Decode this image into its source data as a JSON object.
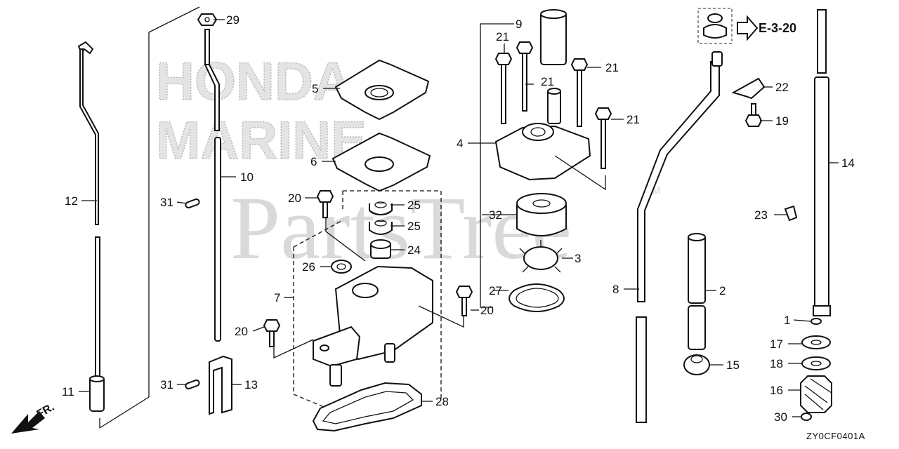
{
  "watermark": {
    "brand_line1": "HONDA",
    "brand_line2": "MARINE",
    "site": "PartsTree",
    "trademark": "TM"
  },
  "reference": {
    "label": "E-3-20"
  },
  "direction": {
    "label": "FR."
  },
  "diagram_code": "ZY0CF0401A",
  "callouts": {
    "c1": "1",
    "c2": "2",
    "c3": "3",
    "c4": "4",
    "c5": "5",
    "c6": "6",
    "c7": "7",
    "c8": "8",
    "c9": "9",
    "c10": "10",
    "c11": "11",
    "c12": "12",
    "c13": "13",
    "c14": "14",
    "c15": "15",
    "c16": "16",
    "c17": "17",
    "c18": "18",
    "c19": "19",
    "c20a": "20",
    "c20b": "20",
    "c20c": "20",
    "c21a": "21",
    "c21b": "21",
    "c21c": "21",
    "c21d": "21",
    "c22": "22",
    "c23": "23",
    "c24": "24",
    "c25a": "25",
    "c25b": "25",
    "c26": "26",
    "c27": "27",
    "c28": "28",
    "c29": "29",
    "c30": "30",
    "c31a": "31",
    "c31b": "31",
    "c32": "32"
  }
}
